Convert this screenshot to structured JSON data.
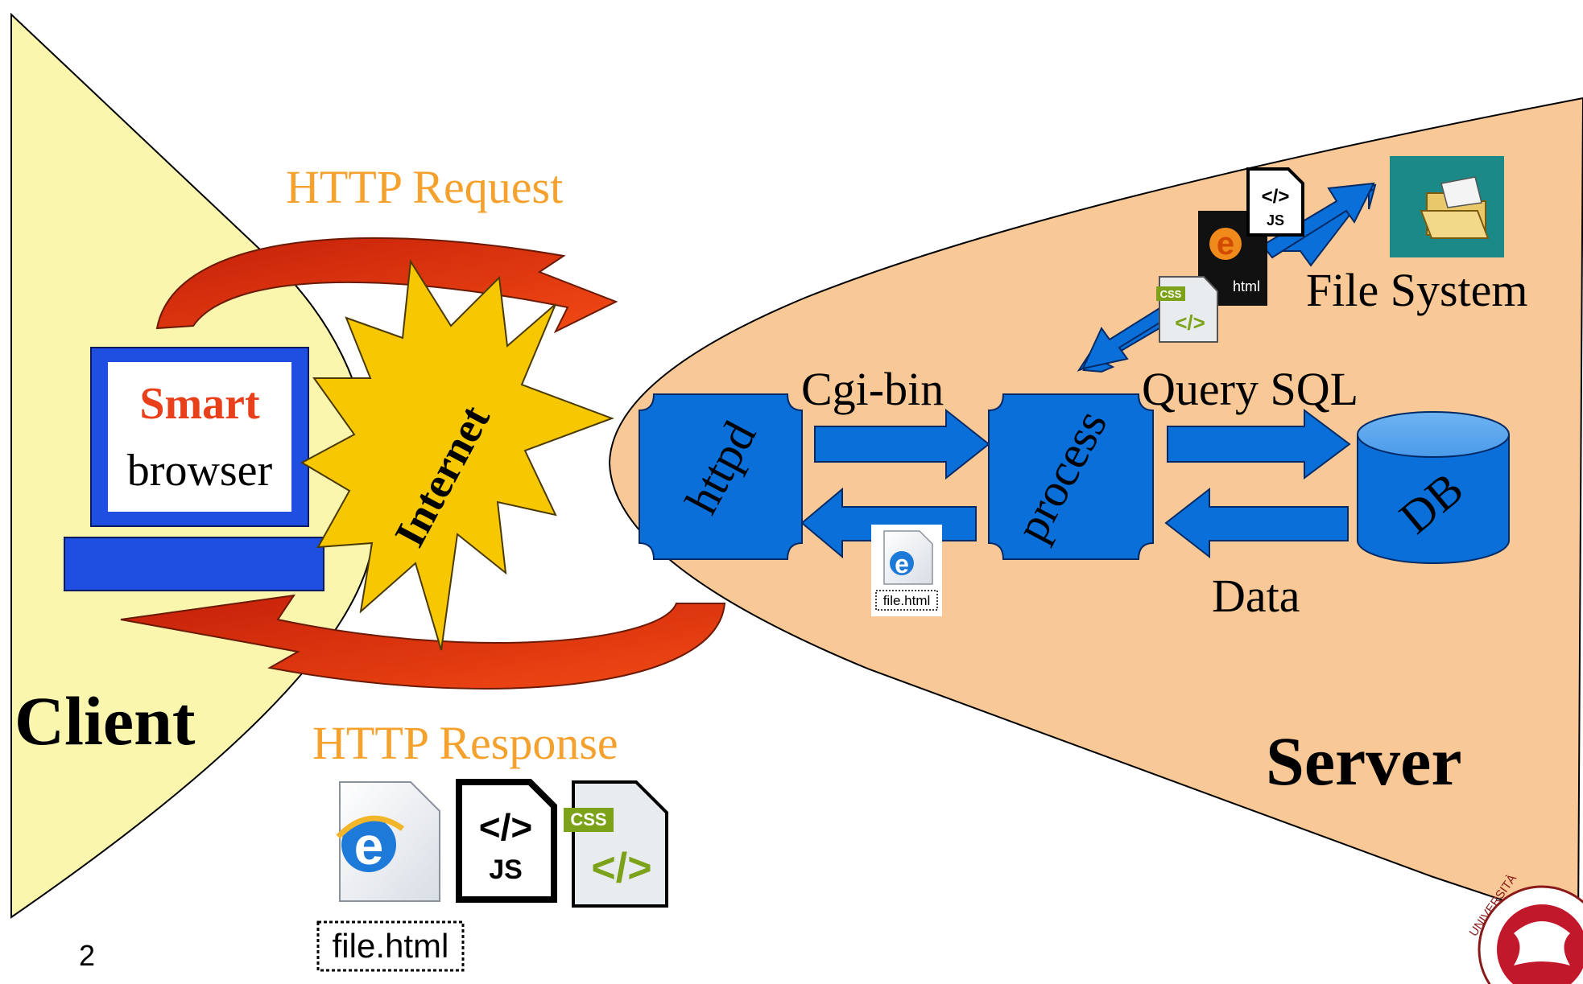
{
  "labels": {
    "http_request": "HTTP Request",
    "http_response": "HTTP Response",
    "client": "Client",
    "server": "Server",
    "smart": "Smart",
    "browser": "browser",
    "internet": "Internet",
    "httpd": "httpd",
    "process": "process",
    "db": "DB",
    "cgi_bin": "Cgi-bin",
    "query_sql": "Query SQL",
    "data": "Data",
    "file_system": "File System",
    "page_number": "2"
  },
  "files": {
    "html_caption": "file.html",
    "html_caption_short": "html",
    "js_tag": "</>",
    "js_label": "JS",
    "css_label": "CSS",
    "css_tag": "</>"
  },
  "logo": {
    "text": "UNIVERSITÀ"
  },
  "colors": {
    "client_bg": "#FAF6AE",
    "server_bg": "#F9C897",
    "accent_orange": "#F4A12E",
    "node_blue": "#0A6FD8",
    "arrow_red": "#D63A10",
    "internet_yellow": "#F7C800",
    "monitor_blue": "#1F4FE0"
  }
}
